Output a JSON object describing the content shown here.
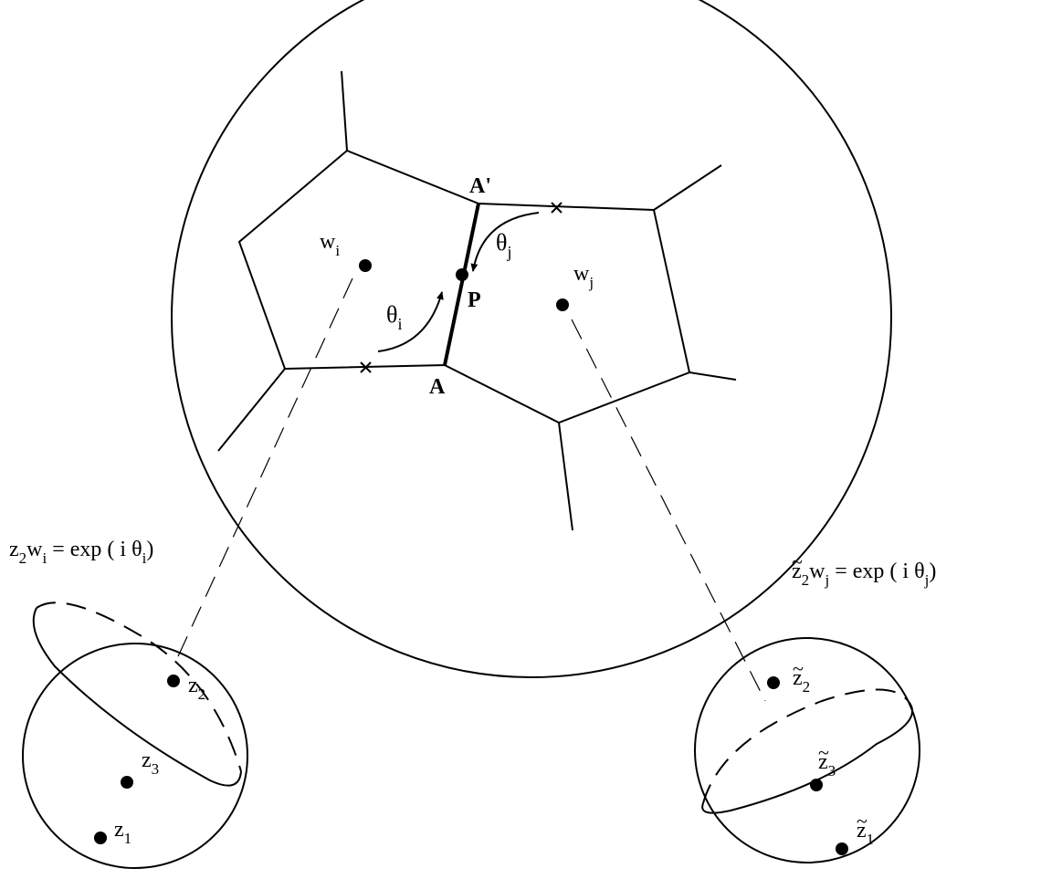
{
  "colors": {
    "ink": "#000000",
    "background": "#ffffff"
  },
  "main_disk": {
    "vertex_labels": {
      "a": "A",
      "a_prime": "A'",
      "p": "P"
    },
    "cell_i": {
      "letter": "w",
      "sub": "i"
    },
    "cell_j": {
      "letter": "w",
      "sub": "j"
    },
    "angle_i": {
      "symbol": "θ",
      "sub": "i"
    },
    "angle_j": {
      "symbol": "θ",
      "sub": "j"
    }
  },
  "equations": {
    "left": {
      "z": "z",
      "z_sub": "2",
      "w": "w",
      "w_sub": "i",
      "rhs": " = exp ( i θ",
      "rhs_sub": "i",
      "close": ")"
    },
    "right": {
      "tilde": "~",
      "z": "z",
      "z_sub": "2",
      "w": "w",
      "w_sub": "j",
      "rhs": "  = exp ( i θ",
      "rhs_sub": "j",
      "close": ")"
    }
  },
  "left_sphere": {
    "points": [
      {
        "letter": "z",
        "sub": "2"
      },
      {
        "letter": "z",
        "sub": "3"
      },
      {
        "letter": "z",
        "sub": "1"
      }
    ]
  },
  "right_sphere": {
    "tilde": "~",
    "points": [
      {
        "letter": "z",
        "sub": "2"
      },
      {
        "letter": "z",
        "sub": "3"
      },
      {
        "letter": "z",
        "sub": "1"
      }
    ]
  }
}
